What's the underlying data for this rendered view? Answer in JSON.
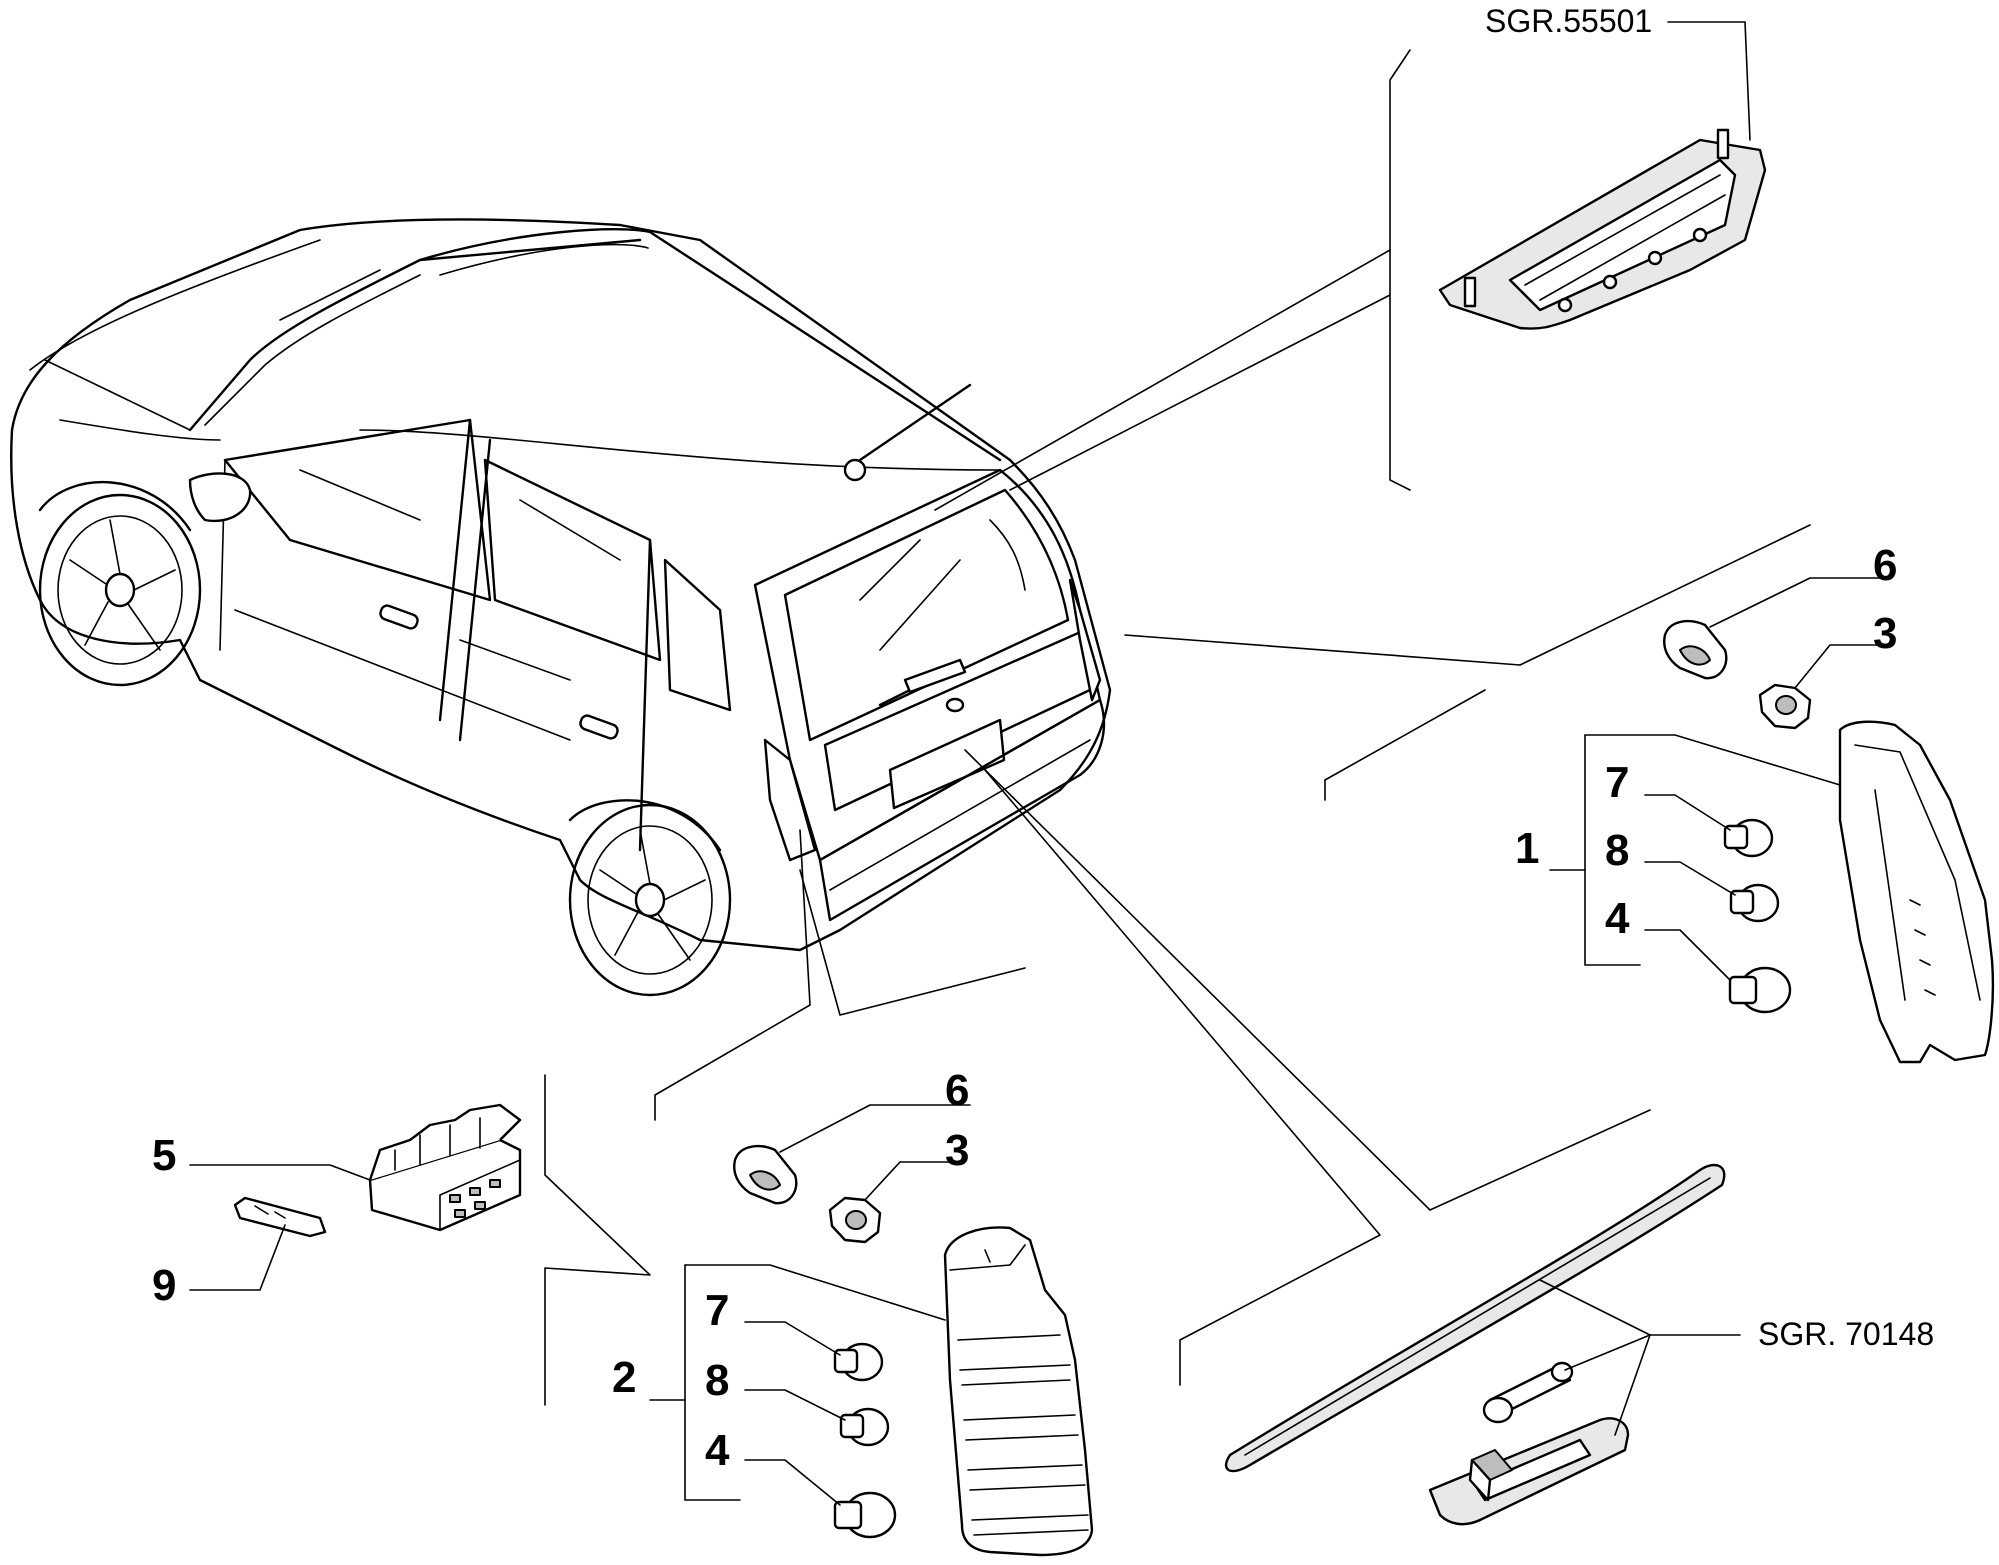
{
  "references": {
    "sgr_top": "SGR.55501",
    "sgr_bottom": "SGR. 70148"
  },
  "callouts": {
    "right_group": {
      "group_number": "1",
      "bulb_upper": "7",
      "bulb_middle": "8",
      "bulb_lower": "4",
      "socket": "6",
      "nut": "3"
    },
    "left_group": {
      "group_number": "2",
      "bulb_upper": "7",
      "bulb_middle": "8",
      "bulb_lower": "4",
      "socket": "6",
      "nut": "3"
    },
    "connector": "5",
    "terminal": "9"
  }
}
